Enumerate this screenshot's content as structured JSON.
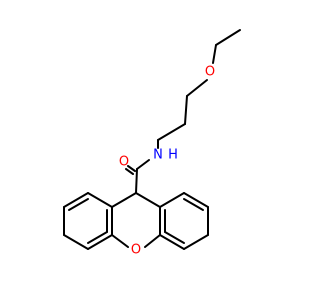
{
  "molecule": {
    "atoms": {
      "oxygen_ether": {
        "label": "O",
        "color": "#ff0000"
      },
      "oxygen_carbonyl": {
        "label": "O",
        "color": "#ff0000"
      },
      "oxygen_ring": {
        "label": "O",
        "color": "#ff0000"
      },
      "nitrogen_amide": {
        "label": "N",
        "color": "#0000ff"
      },
      "hydrogen_amide": {
        "label": "H",
        "color": "#0000ff"
      }
    },
    "bond_color": "#000000"
  }
}
